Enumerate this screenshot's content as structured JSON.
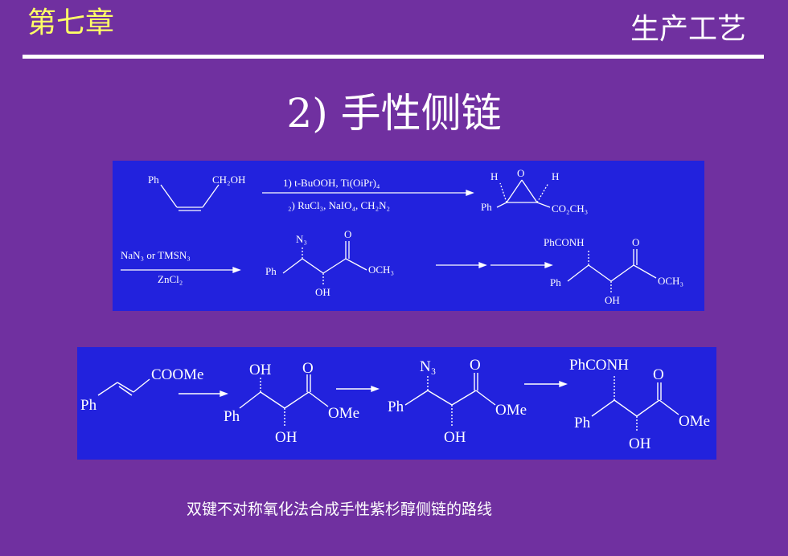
{
  "header": {
    "chapter": "第七章",
    "topic": "生产工艺"
  },
  "slide": {
    "title": "2) 手性侧链",
    "caption": "双键不对称氧化法合成手性紫杉醇侧链的路线"
  },
  "scheme1": {
    "ph": "Ph",
    "ch2oh": "CH₂OH",
    "reagent1": "1) t-BuOOH, Ti(OiPr)₄",
    "reagent2": "₂) RuCl₃, NaIO₄, CH₂N₂",
    "h": "H",
    "o": "O",
    "co2ch3": "CO₂CH₃",
    "reagent3": "NaN₃ or TMSN₃",
    "reagent4": "ZnCl₂",
    "n3": "N₃",
    "och3": "OCH₃",
    "oh": "OH",
    "phconh": "PhCONH"
  },
  "scheme2": {
    "ph": "Ph",
    "coome": "COOMe",
    "oh": "OH",
    "o": "O",
    "ome": "OMe",
    "n3": "N₃",
    "phconh": "PhCONH"
  },
  "colors": {
    "background": "#7030a0",
    "panel": "#2222dd",
    "chapter": "#ffff66",
    "text": "#ffffff"
  }
}
